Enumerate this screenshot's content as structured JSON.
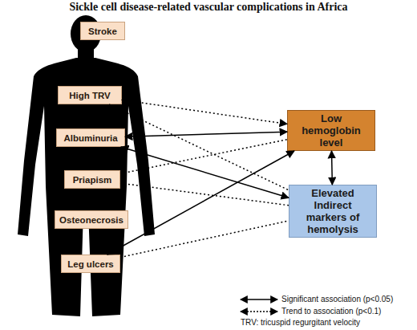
{
  "diagram": {
    "title": "Sickle cell disease-related vascular complications in Africa",
    "nodes": [
      {
        "text": [
          "Stroke"
        ]
      },
      {
        "text": [
          "High TRV"
        ]
      },
      {
        "text": [
          "Albuminuria"
        ]
      },
      {
        "text": [
          "Priapism"
        ]
      },
      {
        "text": [
          "Osteonecrosis"
        ]
      },
      {
        "text": [
          "Leg ulcers"
        ]
      },
      {
        "text": [
          "Low hemoglobin level"
        ]
      },
      {
        "text": [
          "Elevated Indirect markers of hemolysis"
        ]
      }
    ],
    "edges": [
      {
        "from": 1,
        "to": 6,
        "arrow": "both"
      },
      {
        "from": 1,
        "to": 7,
        "arrow": "none"
      },
      {
        "from": 2,
        "to": 6,
        "arrow": "both"
      },
      {
        "from": 2,
        "to": 7,
        "arrow": "both"
      },
      {
        "from": 3,
        "to": 6,
        "arrow": "none"
      },
      {
        "from": 3,
        "to": 7,
        "arrow": "none"
      },
      {
        "from": 5,
        "to": 6,
        "arrow": "both"
      },
      {
        "from": 5,
        "to": 7,
        "arrow": "none"
      },
      {
        "from": 6,
        "to": 7,
        "arrow": "both"
      }
    ],
    "labels": [
      "TRV: tricuspid regurgitant velocity"
    ],
    "legend": [
      {
        "text": "Significant association (p<0.05)"
      },
      {
        "text": "Trend to association (p<0.1)"
      }
    ]
  }
}
